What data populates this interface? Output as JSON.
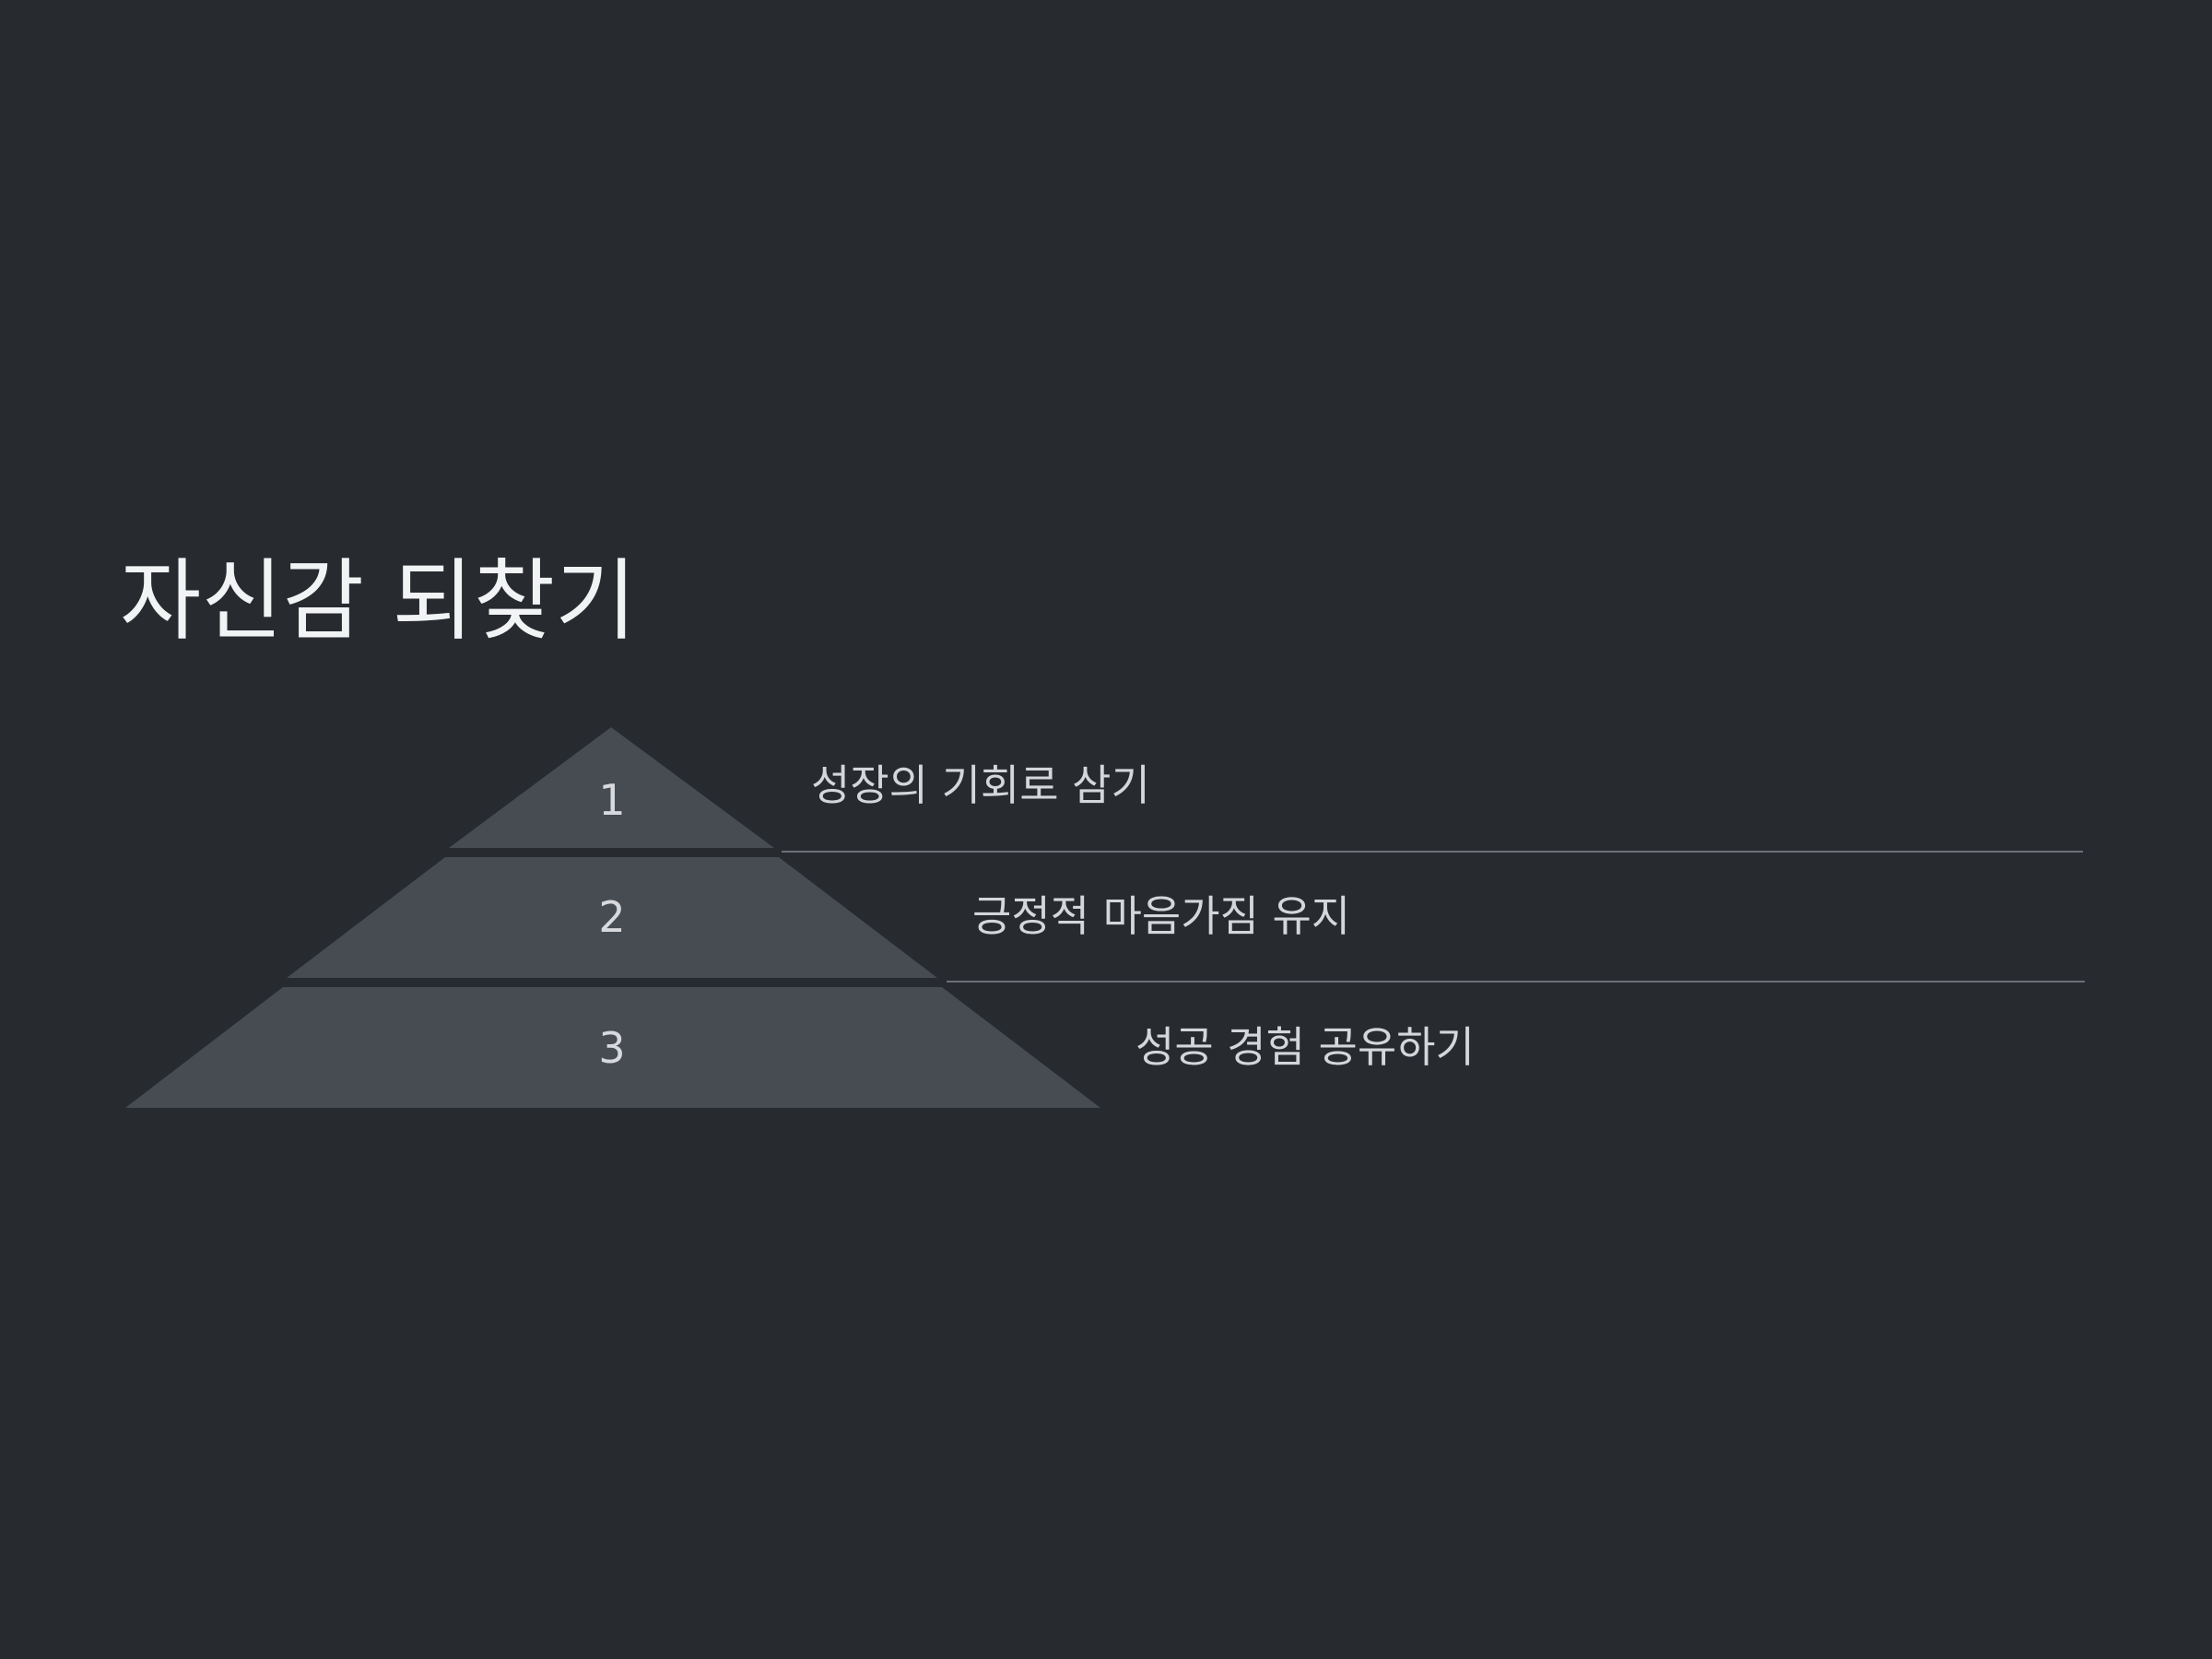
{
  "slide": {
    "title": "자신감 되찾기"
  },
  "pyramid": {
    "tiers": [
      {
        "number": "1",
        "label": "성장의 기회로 삼기"
      },
      {
        "number": "2",
        "label": "긍정적 마음가짐 유지"
      },
      {
        "number": "3",
        "label": "성공 경험 공유하기"
      }
    ]
  },
  "colors": {
    "background": "#272a2f",
    "tier_fill": "#474b52",
    "divider": "#6c7077",
    "title_text": "#f2f3f5",
    "label_text": "#d4d6d9"
  }
}
